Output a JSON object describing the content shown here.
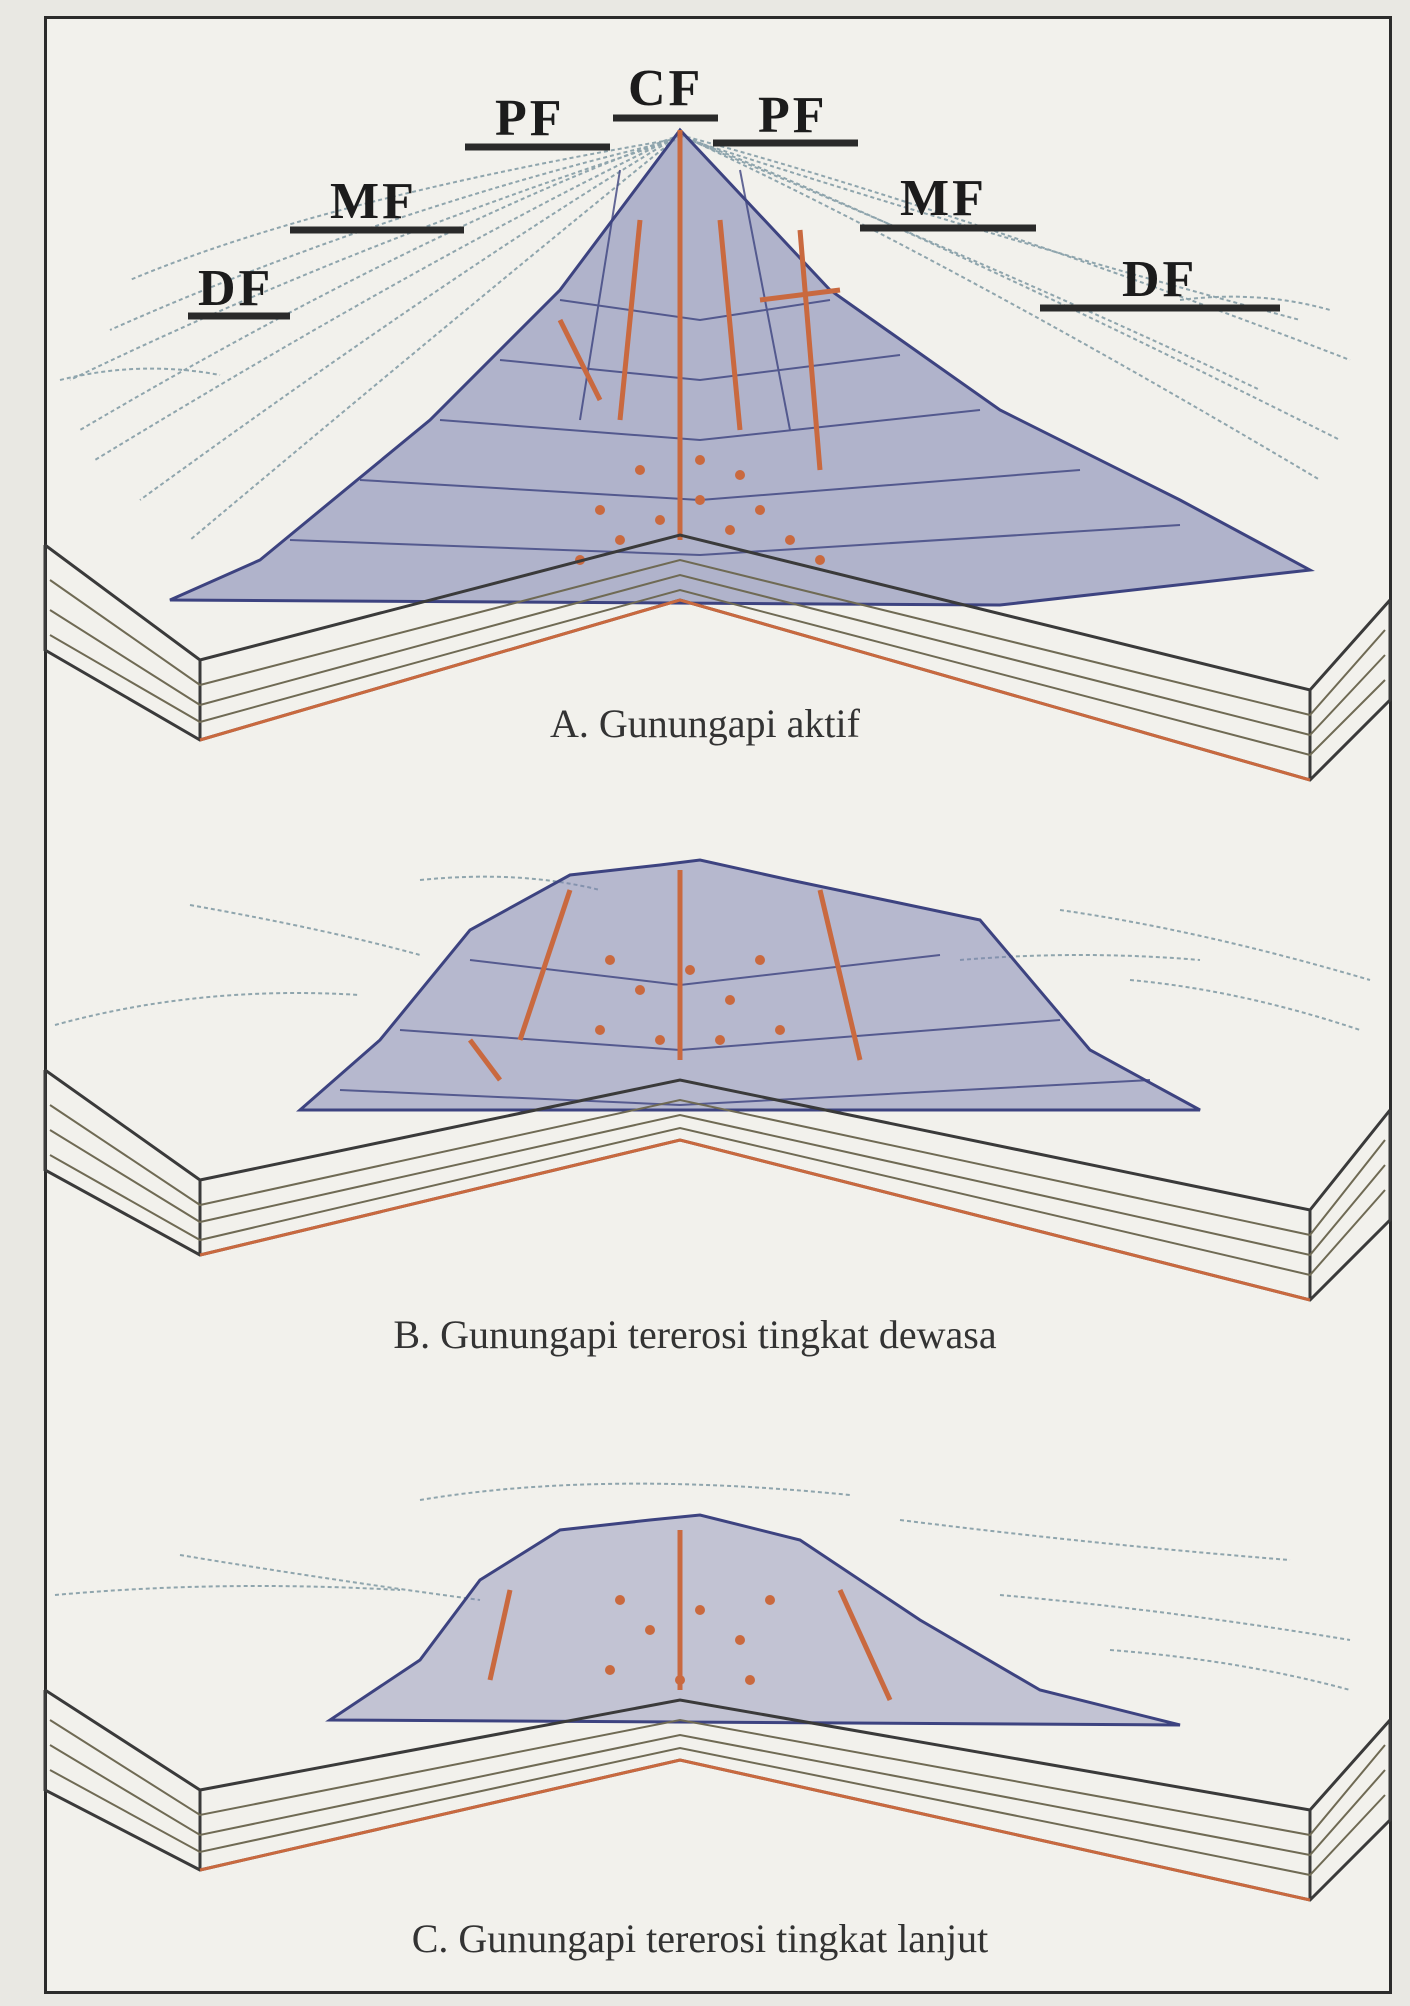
{
  "facies_labels": {
    "cf": "CF",
    "pf_left": "PF",
    "pf_right": "PF",
    "mf_left": "MF",
    "mf_right": "MF",
    "df_left": "DF",
    "df_right": "DF"
  },
  "captions": {
    "a": "A. Gunungapi aktif",
    "b": "B. Gunungapi tererosi tingkat dewasa",
    "c": "C. Gunungapi tererosi tingkat lanjut"
  },
  "colors": {
    "background": "#f2f1ec",
    "volcano_layers": "#4a4f86",
    "intrusion": "#c9693f",
    "strata": "#6f6a54",
    "surface_lines": "#8fa5ad",
    "label_bar": "#2a2a2a"
  }
}
